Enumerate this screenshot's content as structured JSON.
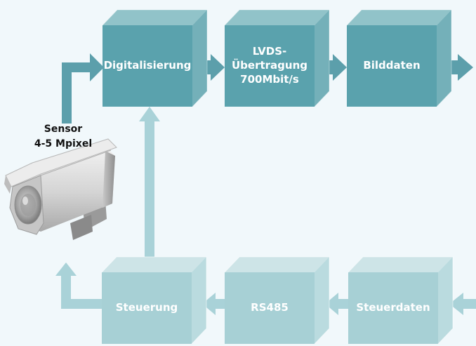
{
  "colors": {
    "background": "#f1f8fb",
    "dark_front": "#5aa2ad",
    "dark_top": "#91c3c9",
    "dark_side": "#74b0b9",
    "dark_arrow": "#5c9fab",
    "light_front": "#a7d0d5",
    "light_top": "#cde4e7",
    "light_side": "#badbdf",
    "light_arrow": "#a9d2d8"
  },
  "sensor": {
    "line1": "Sensor",
    "line2": "4-5 Mpixel",
    "icon": "surveillance-camera-icon"
  },
  "top_row": [
    {
      "id": "digitalisierung",
      "label": "Digitalisierung"
    },
    {
      "id": "lvds-uebertragung",
      "label": "LVDS-\nÜbertragung\n700Mbit/s"
    },
    {
      "id": "bilddaten",
      "label": "Bilddaten"
    }
  ],
  "bottom_row": [
    {
      "id": "steuerung",
      "label": "Steuerung"
    },
    {
      "id": "rs485",
      "label": "RS485"
    },
    {
      "id": "steuerdaten",
      "label": "Steuerdaten"
    }
  ]
}
